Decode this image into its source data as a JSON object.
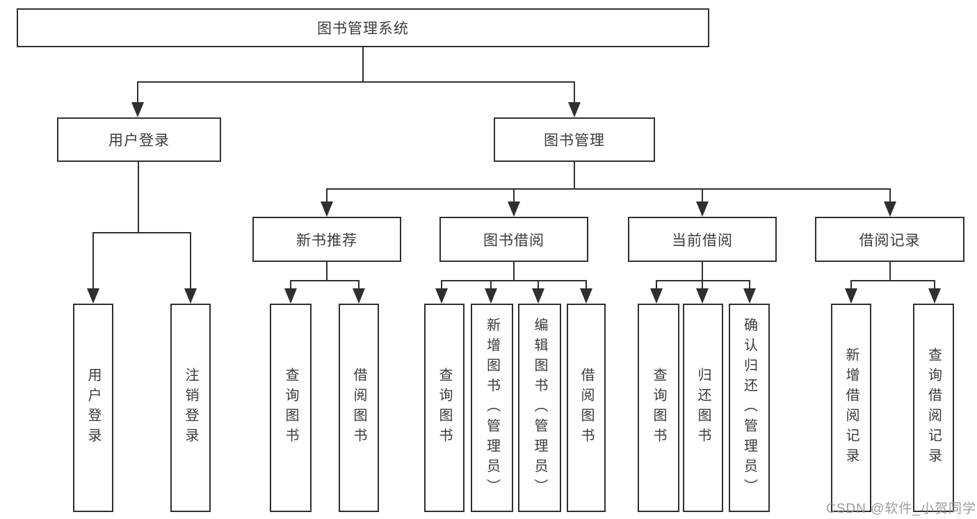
{
  "diagram": {
    "root": {
      "label": "图书管理系统"
    },
    "level1": {
      "user_login": {
        "label": "用户登录"
      },
      "book_mgmt": {
        "label": "图书管理"
      }
    },
    "level2": {
      "new_book": {
        "label": "新书推荐"
      },
      "book_borrow": {
        "label": "图书借阅"
      },
      "current_borrow": {
        "label": "当前借阅"
      },
      "borrow_record": {
        "label": "借阅记录"
      }
    },
    "leaves": {
      "user_login": {
        "label": "用户登录"
      },
      "logout": {
        "label": "注销登录"
      },
      "nb_query": {
        "label": "查询图书"
      },
      "nb_borrow": {
        "label": "借阅图书"
      },
      "bb_query": {
        "label": "查询图书"
      },
      "bb_add": {
        "label": "新增图书（管理员）"
      },
      "bb_edit": {
        "label": "编辑图书（管理员）"
      },
      "bb_borrow": {
        "label": "借阅图书"
      },
      "cb_query": {
        "label": "查询图书"
      },
      "cb_return": {
        "label": "归还图书"
      },
      "cb_confirm": {
        "label": "确认归还（管理员）"
      },
      "br_add": {
        "label": "新增借阅记录"
      },
      "br_query": {
        "label": "查询借阅记录"
      }
    },
    "watermark": "CSDN @软件_小贺同学"
  }
}
